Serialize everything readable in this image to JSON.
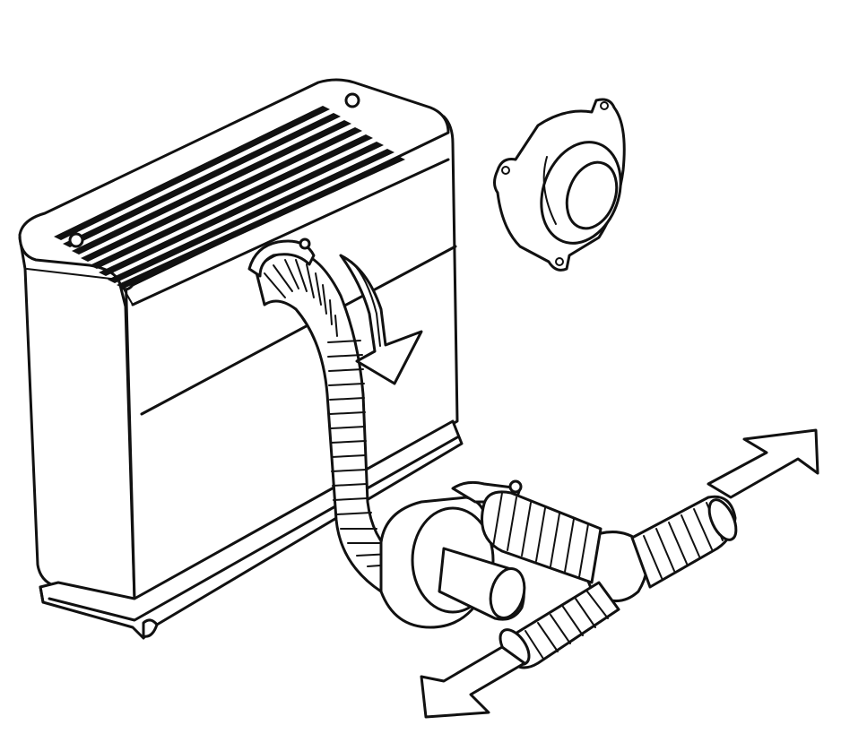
{
  "figure": {
    "type": "line-illustration",
    "colors": {
      "ink": "#111111",
      "paper": "#ffffff"
    },
    "components": [
      "heater-unit",
      "top-grille",
      "mounting-plinth",
      "flexible-hot-air-hose",
      "air-flow-arrow",
      "outlet-flange",
      "distribution-connector",
      "left-branch-hose",
      "right-branch-hose",
      "outflow-arrow-left",
      "outflow-arrow-right"
    ]
  }
}
